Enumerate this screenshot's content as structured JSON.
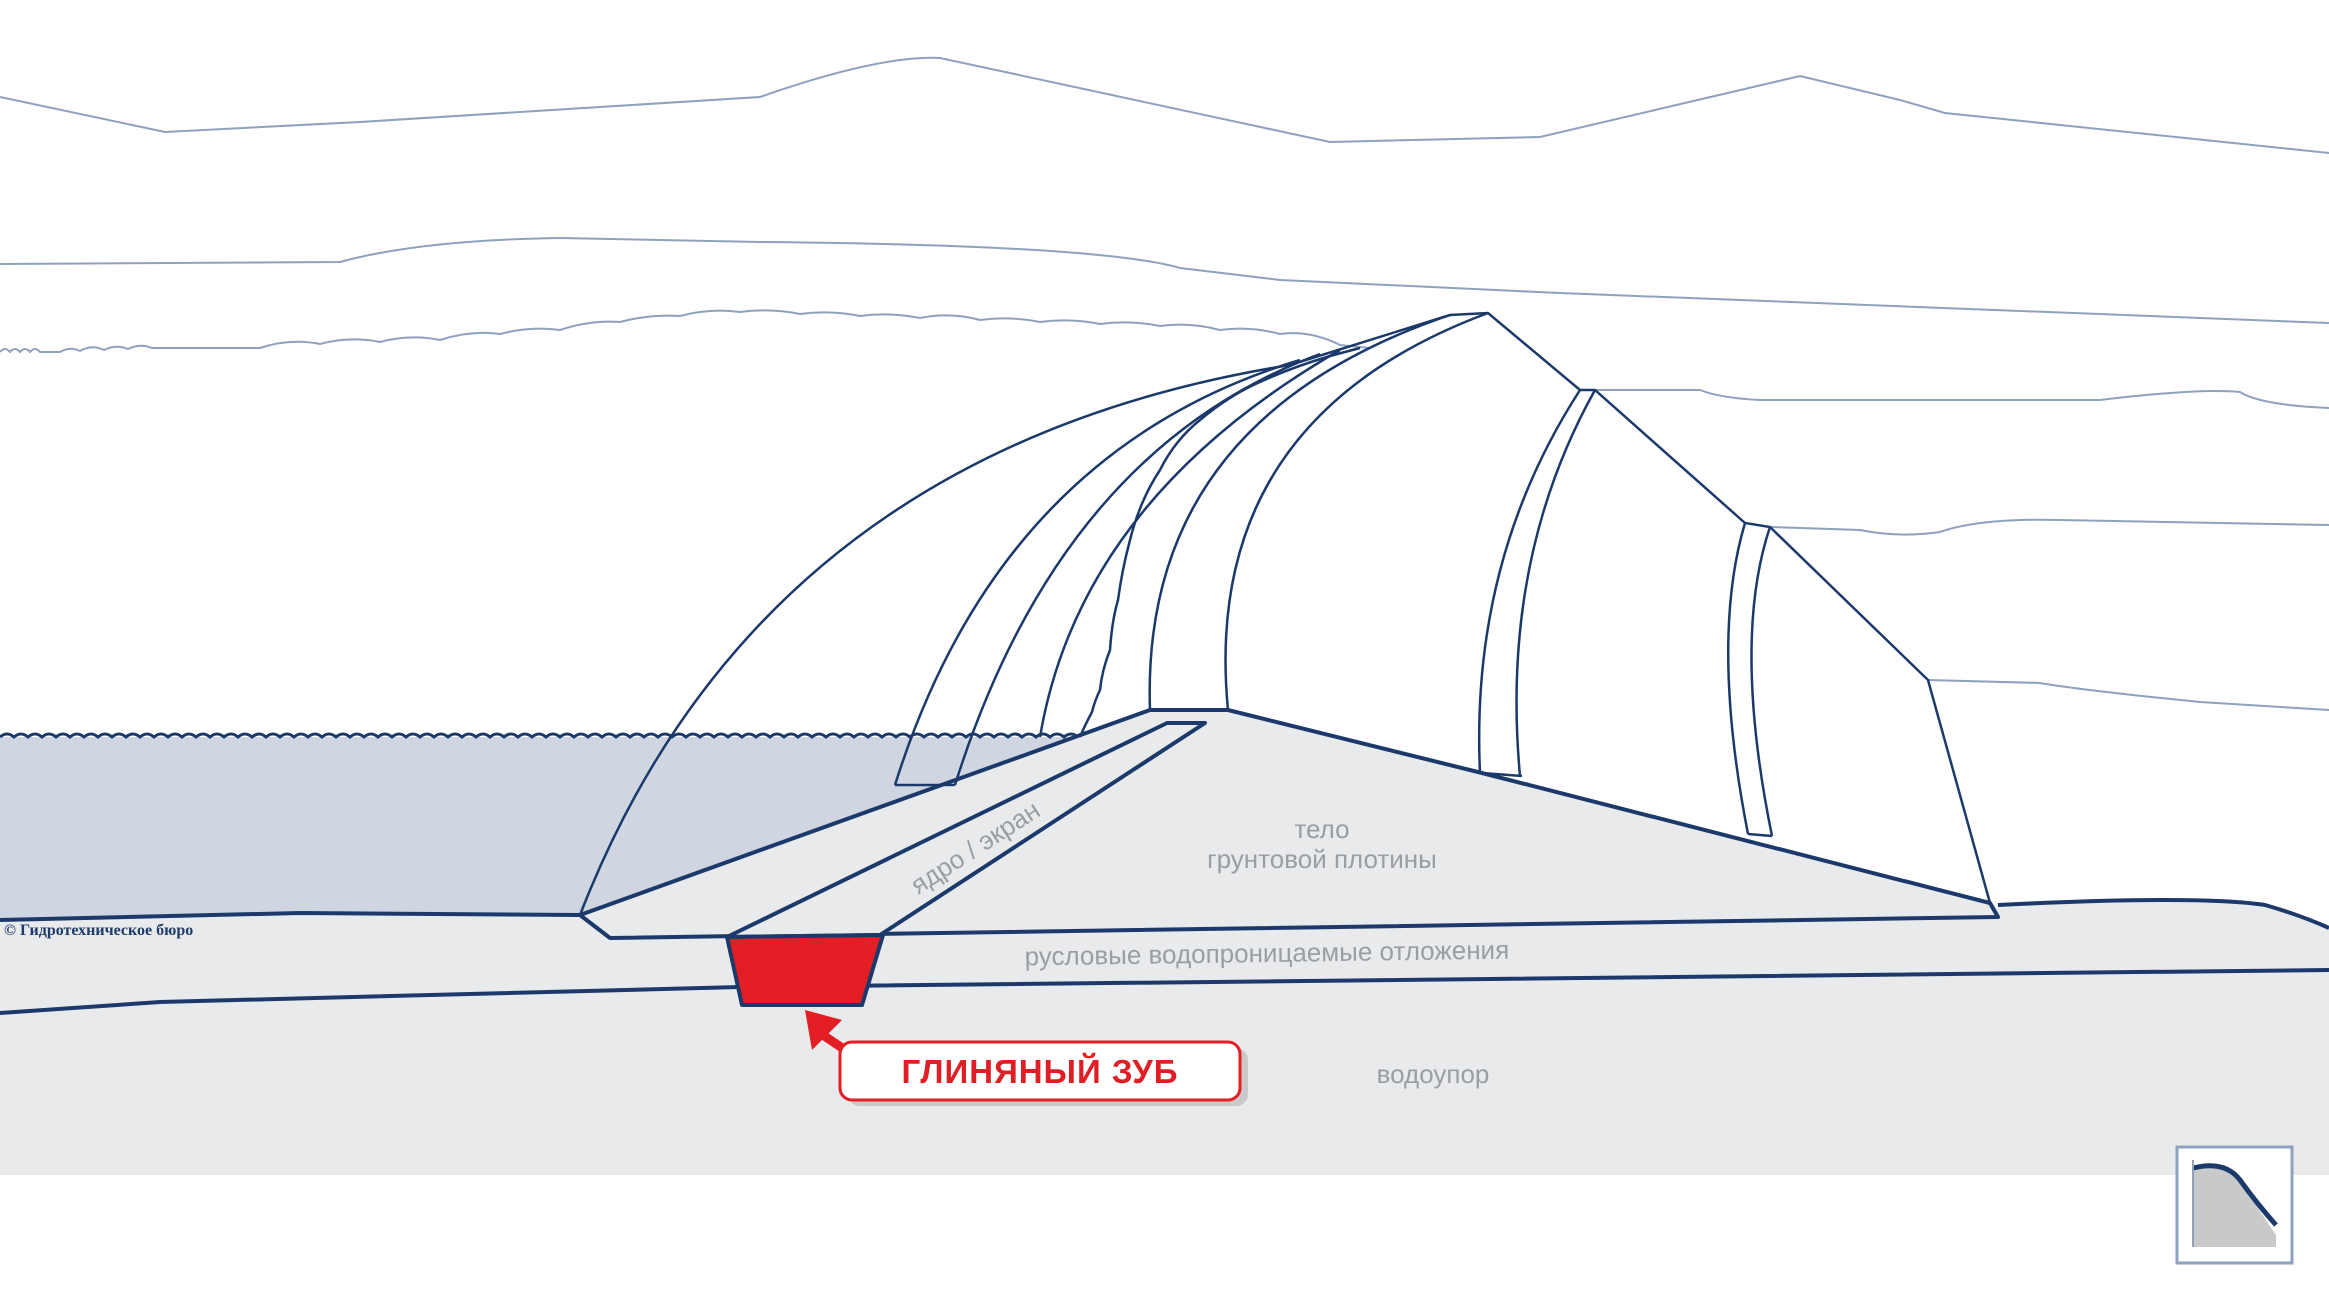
{
  "copyright": "© Гидротехническое бюро",
  "labels": {
    "core": "ядро / экран",
    "body_line1": "тело",
    "body_line2": "грунтовой плотины",
    "alluvium": "русловые водопроницаемые отложения",
    "aquitard": "водоупор",
    "callout": "ГЛИНЯНЫЙ ЗУБ"
  },
  "logo_icon": "hydro-bureau-logo-icon",
  "colors": {
    "outline": "#1b3a6b",
    "thin_line": "#8ea2bf",
    "ground": "#e9eaeb",
    "water": "#cfd6e2",
    "clay_tooth": "#e31e24",
    "text_grey": "#9a9ea3"
  }
}
